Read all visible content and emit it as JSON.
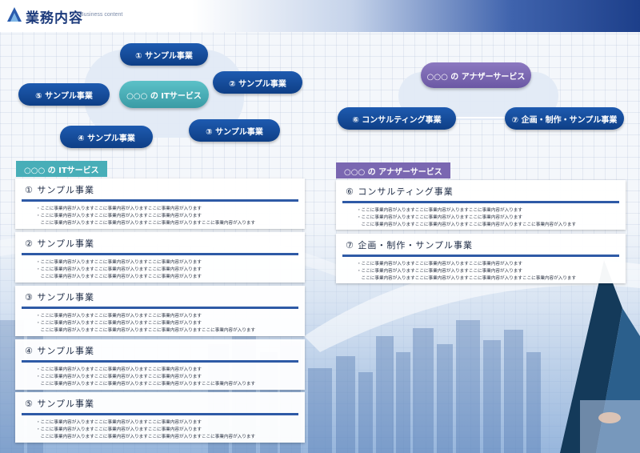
{
  "header": {
    "title": "業務内容",
    "subtitle": "Business content"
  },
  "diagram_it": {
    "center": "○○○ の ITサービス",
    "items": [
      "① サンプル事業",
      "② サンプル事業",
      "③ サンプル事業",
      "④ サンプル事業",
      "⑤ サンプル事業"
    ]
  },
  "diagram_other": {
    "center": "○○○ の アナザーサービス",
    "items": [
      "⑥ コンサルティング事業",
      "⑦ 企画・制作・サンプル事業"
    ]
  },
  "section_it": {
    "tag": "○○○ の ITサービス",
    "cards": [
      {
        "title": "① サンプル事業",
        "lines": [
          "・ここに事業内容が入りますここに事業内容が入りますここに事業内容が入ります",
          "・ここに事業内容が入りますここに事業内容が入りますここに事業内容が入ります",
          "　ここに事業内容が入りますここに事業内容が入りますここに事業内容が入りますここに事業内容が入ります"
        ]
      },
      {
        "title": "② サンプル事業",
        "lines": [
          "・ここに事業内容が入りますここに事業内容が入りますここに事業内容が入ります",
          "・ここに事業内容が入りますここに事業内容が入りますここに事業内容が入ります",
          "　ここに事業内容が入りますここに事業内容が入りますここに事業内容が入ります"
        ]
      },
      {
        "title": "③ サンプル事業",
        "lines": [
          "・ここに事業内容が入りますここに事業内容が入りますここに事業内容が入ります",
          "・ここに事業内容が入りますここに事業内容が入りますここに事業内容が入ります",
          "　ここに事業内容が入りますここに事業内容が入りますここに事業内容が入りますここに事業内容が入ります"
        ]
      },
      {
        "title": "④ サンプル事業",
        "lines": [
          "・ここに事業内容が入りますここに事業内容が入りますここに事業内容が入ります",
          "・ここに事業内容が入りますここに事業内容が入りますここに事業内容が入ります",
          "　ここに事業内容が入りますここに事業内容が入りますここに事業内容が入りますここに事業内容が入ります"
        ]
      },
      {
        "title": "⑤ サンプル事業",
        "lines": [
          "・ここに事業内容が入りますここに事業内容が入りますここに事業内容が入ります",
          "・ここに事業内容が入りますここに事業内容が入りますここに事業内容が入ります",
          "　ここに事業内容が入りますここに事業内容が入りますここに事業内容が入りますここに事業内容が入ります"
        ]
      }
    ]
  },
  "section_other": {
    "tag": "○○○ の アナザーサービス",
    "cards": [
      {
        "title": "⑥ コンサルティング事業",
        "lines": [
          "・ここに事業内容が入りますここに事業内容が入りますここに事業内容が入ります",
          "・ここに事業内容が入りますここに事業内容が入りますここに事業内容が入ります",
          "　ここに事業内容が入りますここに事業内容が入りますここに事業内容が入りますここに事業内容が入ります"
        ]
      },
      {
        "title": "⑦ 企画・制作・サンプル事業",
        "lines": [
          "・ここに事業内容が入りますここに事業内容が入りますここに事業内容が入ります",
          "・ここに事業内容が入りますここに事業内容が入りますここに事業内容が入ります",
          "　ここに事業内容が入りますここに事業内容が入りますここに事業内容が入りますここに事業内容が入ります"
        ]
      }
    ]
  },
  "colors": {
    "navy": "#0e3f86",
    "teal": "#48aeb8",
    "purple": "#7a67b1",
    "rule": "#2e5aa6"
  }
}
